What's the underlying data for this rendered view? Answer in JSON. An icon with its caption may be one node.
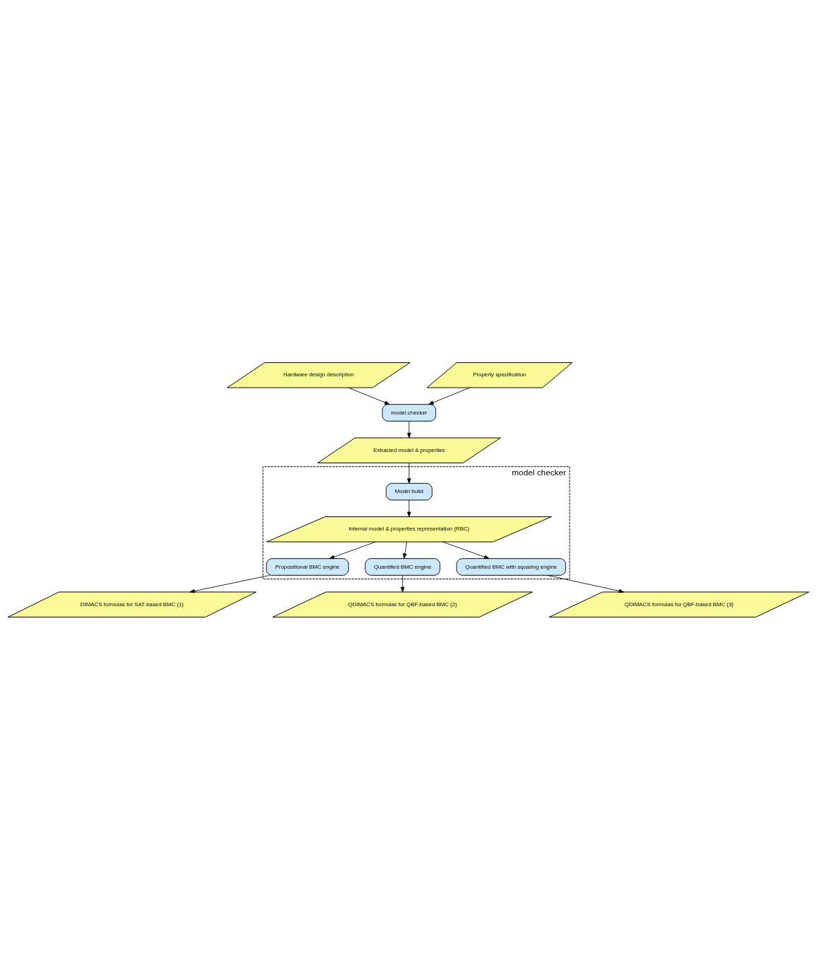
{
  "diagram": {
    "nodes": [
      {
        "text": [
          "Hardware design description"
        ]
      },
      {
        "text": [
          "Property specification"
        ]
      },
      {
        "text": [
          "model checker"
        ]
      },
      {
        "text": [
          "Extracted model & properties"
        ]
      },
      {
        "text": [
          "model checker"
        ]
      },
      {
        "text": [
          "Model build"
        ],
        "in": 4
      },
      {
        "text": [
          "Internal model & properties representation (RBC)"
        ],
        "in": 4
      },
      {
        "text": [
          "Propositional BMC engine"
        ],
        "in": 4
      },
      {
        "text": [
          "Quantified BMC engine"
        ],
        "in": 4
      },
      {
        "text": [
          "Quantified BMC with squaring engine"
        ],
        "in": 4
      },
      {
        "text": [
          "DIMACS formulas for SAT-based BMC (1)"
        ]
      },
      {
        "text": [
          "QDIMACS formulas for QBF-based BMC (2)"
        ]
      },
      {
        "text": [
          "QDIMACS formulas for QBF-based BMC (3)"
        ]
      }
    ],
    "edges": [
      {
        "from": 0,
        "to": 2,
        "arrow": "to"
      },
      {
        "from": 1,
        "to": 2,
        "arrow": "to"
      },
      {
        "from": 2,
        "to": 3,
        "arrow": "to"
      },
      {
        "from": 3,
        "to": 5,
        "arrow": "to"
      },
      {
        "from": 5,
        "to": 6,
        "arrow": "to"
      },
      {
        "from": 6,
        "to": 7,
        "arrow": "to"
      },
      {
        "from": 6,
        "to": 8,
        "arrow": "to"
      },
      {
        "from": 6,
        "to": 9,
        "arrow": "to"
      },
      {
        "from": 7,
        "to": 10,
        "arrow": "to"
      },
      {
        "from": 8,
        "to": 11,
        "arrow": "to"
      },
      {
        "from": 9,
        "to": 12,
        "arrow": "to"
      }
    ]
  }
}
